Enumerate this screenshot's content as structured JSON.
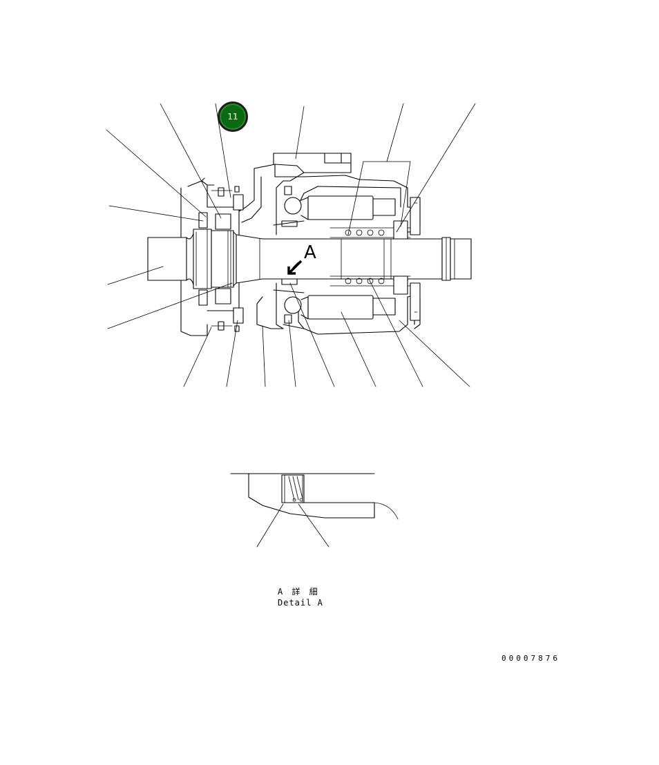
{
  "diagram": {
    "section_label": "A",
    "detail_caption_jp": "A 詳 細",
    "detail_caption_en": "Detail A",
    "doc_number": "00007876"
  },
  "callout": {
    "number": "11",
    "color": "#0a6b12"
  }
}
